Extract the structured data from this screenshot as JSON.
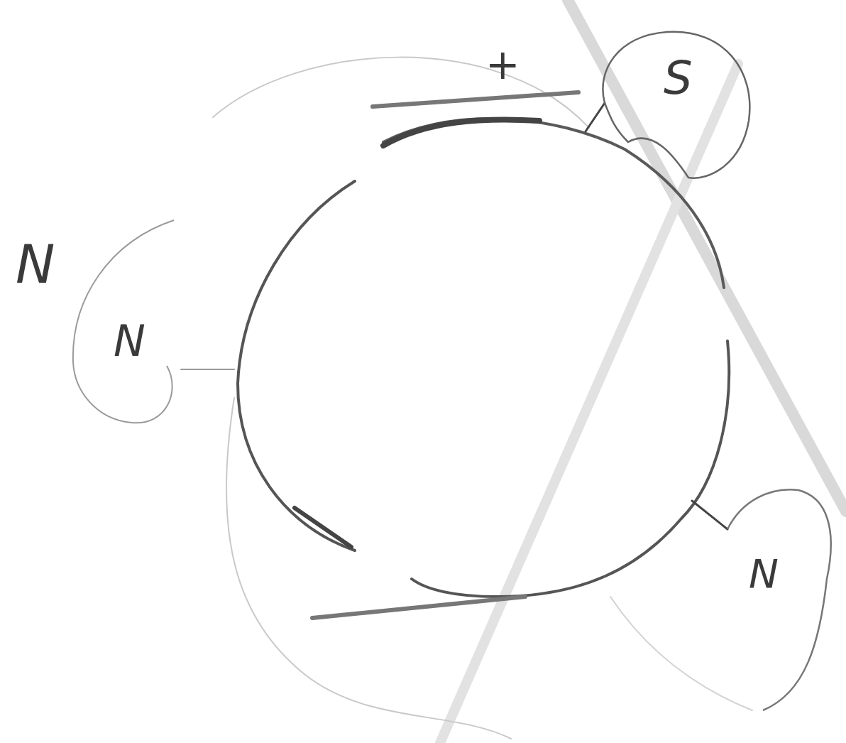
{
  "diagram": {
    "nodes": [
      {
        "text": [
          "S"
        ]
      },
      {
        "text": [
          "N"
        ]
      },
      {
        "text": [
          "N"
        ]
      }
    ],
    "labels": [
      "+",
      "N"
    ]
  }
}
